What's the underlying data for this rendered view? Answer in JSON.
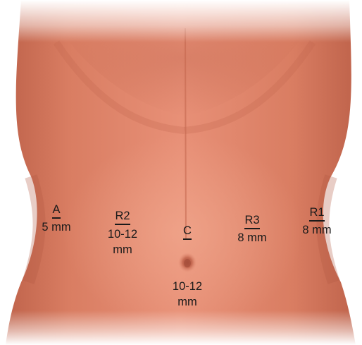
{
  "ports": {
    "a": {
      "id": "A",
      "size": "5 mm"
    },
    "r2": {
      "id": "R2",
      "size": "10-12\nmm"
    },
    "c": {
      "id": "C",
      "size": "10-12\nmm"
    },
    "r3": {
      "id": "R3",
      "size": "8 mm"
    },
    "r1": {
      "id": "R1",
      "size": "8 mm"
    }
  },
  "colors": {
    "skin_base": "#e48c72",
    "skin_shadow": "#c5684f",
    "skin_highlight": "#f0a58a",
    "label_text": "#1a1a1a"
  }
}
